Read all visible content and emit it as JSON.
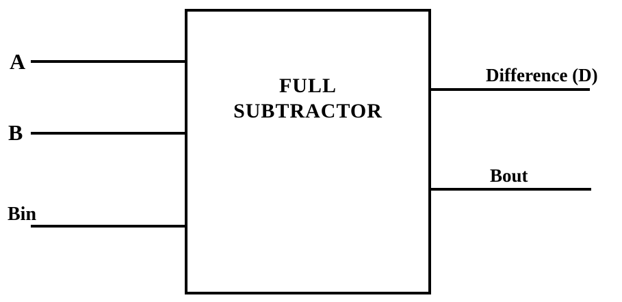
{
  "block": {
    "title_line1": "FULL",
    "title_line2": "SUBTRACTOR"
  },
  "inputs": {
    "a": "A",
    "b": "B",
    "bin": "Bin"
  },
  "outputs": {
    "difference": "Difference (D)",
    "bout": "Bout"
  }
}
